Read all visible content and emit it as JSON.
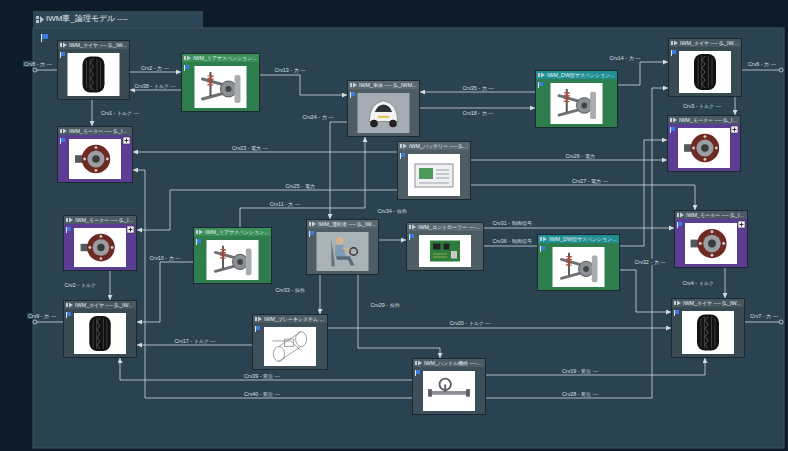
{
  "diagram": {
    "title": "IWM車_論理モデル ----",
    "nodes": [
      {
        "text": [
          "IWM_タイヤ ---- (L_IW..."
        ]
      },
      {
        "text": [
          "IWM_リアサスペンション..."
        ]
      },
      {
        "text": [
          "IWM_車体 ---- (L_IWM..."
        ]
      },
      {
        "text": [
          "IWM_DW型サスペンション..."
        ]
      },
      {
        "text": [
          "IWM_タイヤ ---- (L_IW..."
        ]
      },
      {
        "text": [
          "IWM_モーター ---- (L_I..."
        ]
      },
      {
        "text": [
          "IWM_バッテリー ---- (L..."
        ]
      },
      {
        "text": [
          "IWM_モーター ---- (L_I..."
        ]
      },
      {
        "text": [
          "IWM_モーター ---- (L_I..."
        ]
      },
      {
        "text": [
          "IWM_リアサスペンション..."
        ]
      },
      {
        "text": [
          "IWM_運転者 ---- (L_IW..."
        ]
      },
      {
        "text": [
          "IWM_コントローラー ----..."
        ]
      },
      {
        "text": [
          "IWM_DW型サスペンション..."
        ]
      },
      {
        "text": [
          "IWM_モーター ---- (L_I..."
        ]
      },
      {
        "text": [
          "IWM_タイヤ ---- (L_IW..."
        ]
      },
      {
        "text": [
          "IWM_ブレーキシステム ..."
        ]
      },
      {
        "text": [
          "IWM_タイヤ ---- (L_IW..."
        ]
      },
      {
        "text": [
          "IWM_ハンドル機構 ----..."
        ]
      }
    ],
    "edges": [
      {
        "from": 0,
        "to": 1,
        "label": "Crv2 - 力 ---",
        "arrow": "to"
      },
      {
        "from": 1,
        "to": 0,
        "label": "Crv38 - トルク ---",
        "arrow": "to"
      },
      {
        "from": 0,
        "to": 5,
        "label": "Crv1 - トルク ---",
        "arrow": "to"
      },
      {
        "from": 1,
        "to": 2,
        "label": "Crv13 - 力 ---",
        "arrow": "to"
      },
      {
        "from": 2,
        "to": 3,
        "label": "Crv18 - 力 ---",
        "arrow": "to"
      },
      {
        "from": 3,
        "to": 2,
        "label": "Crv35 - 力 ---",
        "arrow": "to"
      },
      {
        "from": 3,
        "to": 4,
        "label": "Crv14 - 力 ---",
        "arrow": "to"
      },
      {
        "from": 4,
        "to": 7,
        "label": "Crv3 - トルク ---",
        "arrow": "to"
      },
      {
        "from": 2,
        "to": 10,
        "label": "Crv24 - 力 ---",
        "arrow": "to"
      },
      {
        "from": 6,
        "to": 5,
        "label": "Crv23 - 電力 ---",
        "arrow": "to"
      },
      {
        "from": 6,
        "to": 7,
        "label": "Crv26 - 電力",
        "arrow": "to"
      },
      {
        "from": 6,
        "to": 13,
        "label": "Crv27 - 電力 ---",
        "arrow": "to"
      },
      {
        "from": 6,
        "to": 8,
        "label": "Crv25 - 電力",
        "arrow": "to"
      },
      {
        "from": 9,
        "to": 14,
        "label": "Crv10 - 力 ---",
        "arrow": "to"
      },
      {
        "from": 8,
        "to": 14,
        "label": "Crv2 - トルク",
        "arrow": "to"
      },
      {
        "from": 10,
        "to": 11,
        "label": "Crv34 - 操作",
        "arrow": "to"
      },
      {
        "from": 11,
        "to": 13,
        "label": "Crv31 - 制御信号",
        "arrow": "to"
      },
      {
        "from": 11,
        "to": 7,
        "label": "Crv36 - 制御信号",
        "arrow": "to"
      },
      {
        "from": 12,
        "to": 16,
        "label": "Crv32 - 力 ---",
        "arrow": "to"
      },
      {
        "from": 13,
        "to": 16,
        "label": "Crv4 - トルク",
        "arrow": "to"
      },
      {
        "from": 10,
        "to": 15,
        "label": "Crv33 - 操作",
        "arrow": "to"
      },
      {
        "from": 10,
        "to": 17,
        "label": "Crv29 - 操作",
        "arrow": "to"
      },
      {
        "from": 15,
        "to": 14,
        "label": "Crv17 - トルク ---",
        "arrow": "to"
      },
      {
        "from": 15,
        "to": 16,
        "label": "Crv20 - トルク ---",
        "arrow": "to"
      },
      {
        "from": 17,
        "to": 14,
        "label": "Crv39 - 変位 ---",
        "arrow": "to"
      },
      {
        "from": 17,
        "to": 5,
        "label": "Crv40 - 変位 ---",
        "arrow": "to"
      },
      {
        "from": 17,
        "to": 16,
        "label": "Crv19 - 変位 ---",
        "arrow": "to"
      },
      {
        "from": 17,
        "to": 4,
        "label": "Crv28 - 変位 ---",
        "arrow": "to"
      },
      {
        "from": 9,
        "to": 2,
        "label": "Crv11 - 力 ---",
        "arrow": "to"
      }
    ],
    "labels": [
      "Crv8 - 力 ---",
      "Crv9 - 力 ---",
      "Crv6 - 力 ---",
      "Crv7 - 力 ---"
    ]
  }
}
